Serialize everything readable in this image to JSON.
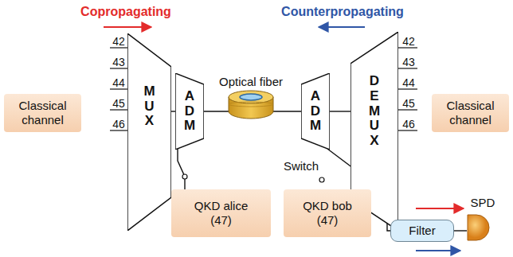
{
  "diagram": {
    "nodes": [
      {
        "text": [
          "Classical channel"
        ]
      },
      {
        "text": [
          "MUX"
        ]
      },
      {
        "text": [
          "ADM"
        ]
      },
      {
        "text": [
          "ADM"
        ]
      },
      {
        "text": [
          "DEMUX"
        ]
      },
      {
        "text": [
          "Classical channel"
        ]
      },
      {
        "text": [
          "QKD alice (47)"
        ]
      },
      {
        "text": [
          "QKD bob (47)"
        ]
      },
      {
        "text": [
          "Filter"
        ]
      },
      {
        "text": [
          "SPD"
        ]
      }
    ],
    "edges": [
      {
        "from": 1,
        "to": 2,
        "arrow": "none"
      },
      {
        "from": 2,
        "to": 3,
        "arrow": "none"
      },
      {
        "from": 3,
        "to": 4,
        "arrow": "none"
      },
      {
        "from": 6,
        "to": 2,
        "arrow": "none"
      },
      {
        "from": 3,
        "to": 8,
        "arrow": "none"
      },
      {
        "from": 8,
        "to": 9,
        "arrow": "none"
      }
    ],
    "labels": [
      "Copropagating",
      "Counterpropagating",
      "42",
      "43",
      "44",
      "45",
      "46",
      "Optical fiber",
      "Switch",
      "42",
      "43",
      "44",
      "45",
      "46"
    ]
  }
}
